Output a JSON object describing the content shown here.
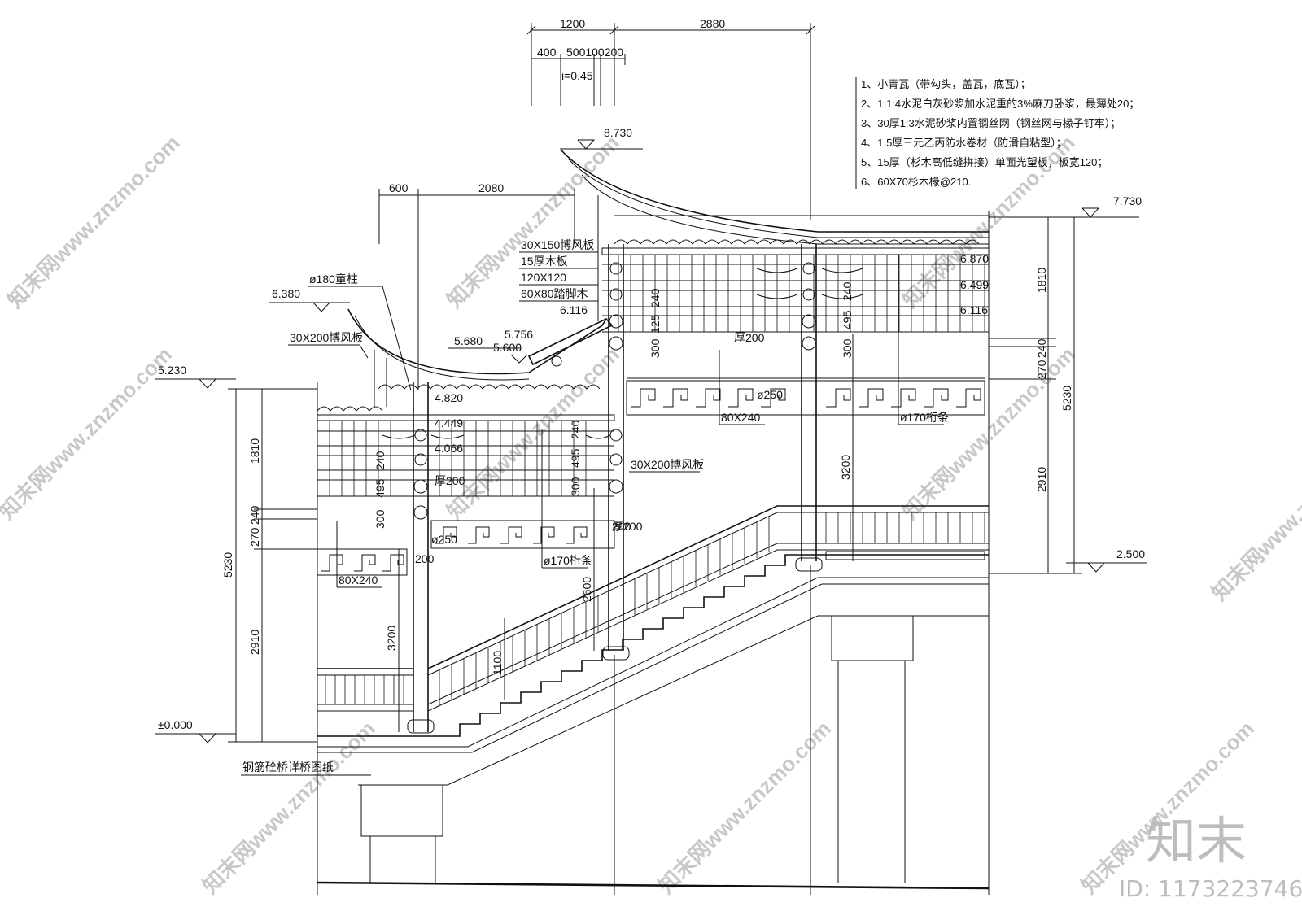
{
  "top_dimensions": {
    "span_1200": "1200",
    "span_2880": "2880",
    "sub_400": "400",
    "sub_500100200": "500100200",
    "slope": "i=0.45"
  },
  "left_roof_dims": {
    "d600": "600",
    "d2080": "2080"
  },
  "elevations": {
    "e8730": "8.730",
    "e7730": "7.730",
    "e6870": "6.870",
    "e6499": "6.499",
    "e6116r": "6.116",
    "e6116": "6.116",
    "e6380": "6.380",
    "e5756": "5.756",
    "e5680": "5.680",
    "e5600": "5.600",
    "e5230": "5.230",
    "e4820": "4.820",
    "e4449": "4.449",
    "e4066": "4.066",
    "e2500": "2.500",
    "e0": "±0.000"
  },
  "notes": [
    "1、小青瓦（带勾头，盖瓦，底瓦）；",
    "2、1:1:4水泥白灰砂浆加水泥重的3%麻刀卧浆，最薄处20；",
    "3、30厚1:3水泥砂浆内置钢丝网（钢丝网与椽子钉牢）；",
    "4、1.5厚三元乙丙防水卷材（防滑自粘型）；",
    "5、15厚（杉木高低缝拼接）单面光望板，板宽120；",
    "6、60X70杉木椽@210."
  ],
  "labels": {
    "board_30x150": "30X150博风板",
    "wood_15": "15厚木板",
    "sq_120": "120X120",
    "leg_60x80": "60X80踏脚木",
    "post_180": "ø180童柱",
    "board_30x200_left": "30X200博风板",
    "board_30x200_mid": "30X200博风板",
    "thick200_a": "厚200",
    "thick200_b": "厚200",
    "thick200_c": "厚200",
    "rect_80x240_r": "80X240",
    "rect_80x240_l": "80X240",
    "purlin_170_r": "ø170桁条",
    "purlin_170_m": "ø170桁条",
    "phi250_r": "ø250",
    "phi250_l": "ø250",
    "bridge_note": "钢筋砼桥详桥图纸"
  },
  "left_vdims": {
    "v1810": "1810",
    "v270": "270",
    "v240": "240",
    "v5230": "5230",
    "v2910": "2910"
  },
  "right_vdims": {
    "v1810": "1810",
    "v270": "270",
    "v240": "240",
    "v5230": "5230",
    "v2910": "2910"
  },
  "inner_vdims": {
    "v3200_l": "3200",
    "v3200_r": "3200",
    "v2600": "2600",
    "v1100": "1100",
    "v200a": "200",
    "v200b": "200",
    "v300a": "300",
    "v495a": "495",
    "v240a": "240",
    "v300b": "300",
    "v495b": "495",
    "v240b": "240",
    "v300c": "300",
    "v125": "125",
    "v240c": "240",
    "v300d": "300",
    "v495d": "495",
    "v240d": "240"
  },
  "watermark": {
    "site": "知末网www.znzmo.com",
    "logo": "知末",
    "id": "ID: 1173223746"
  }
}
